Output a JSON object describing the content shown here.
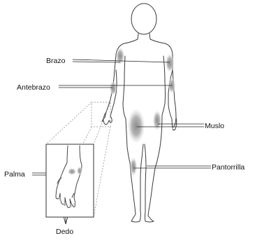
{
  "labels": {
    "brazo": "Brazo",
    "antebrazo": "Antebrazo",
    "muslo": "Muslo",
    "palma": "Palma",
    "pantorrilla": "Pantorrilla",
    "dedo": "Dedo"
  },
  "colors": {
    "outline": "#3a3a3a",
    "shade": "#9a9a9a",
    "shade_light": "#cfcfcf",
    "line": "#222222",
    "callout": "#888888"
  }
}
